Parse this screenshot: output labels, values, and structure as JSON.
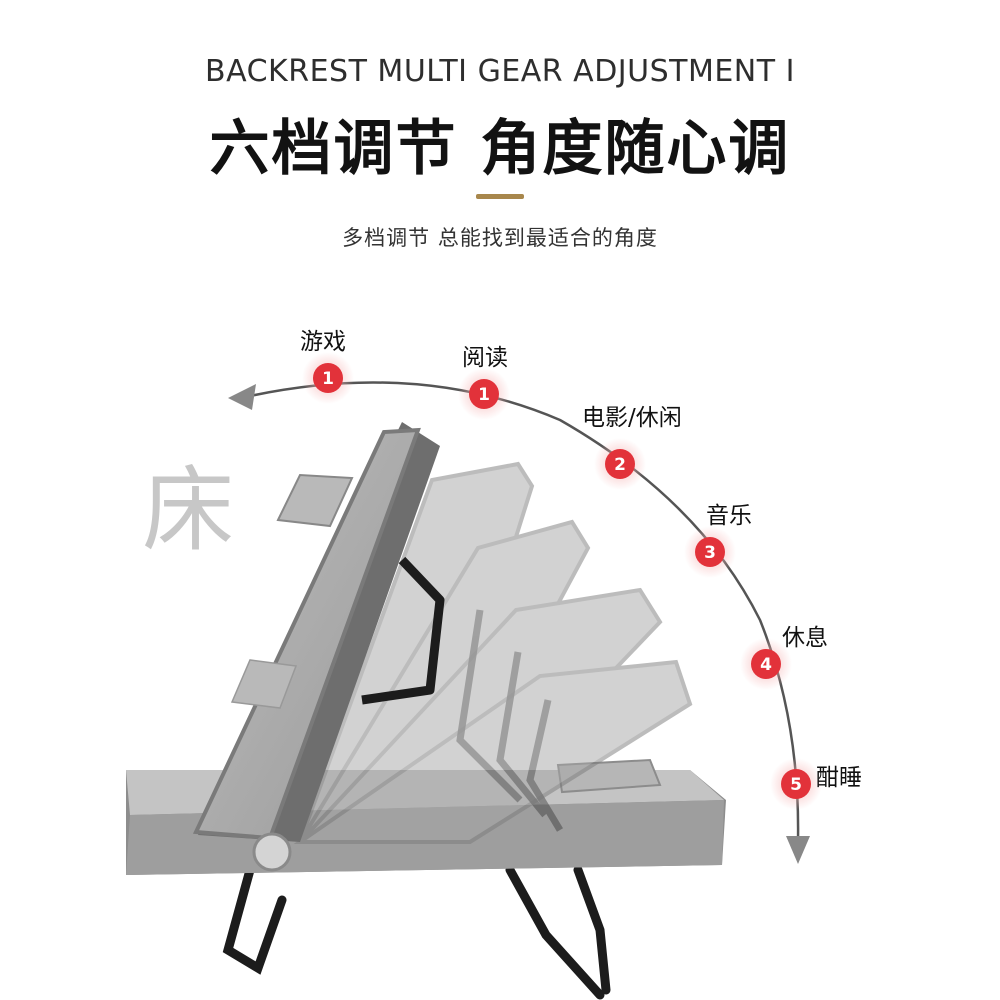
{
  "header": {
    "eyebrow": "BACKREST MULTI GEAR ADJUSTMENT I",
    "headline": "六档调节 角度随心调",
    "subline": "多档调节 总能找到最适合的角度"
  },
  "watermark": {
    "text": "床"
  },
  "colors": {
    "accent_line": "#a8874c",
    "badge_red": "#e2323a",
    "arc": "#555555",
    "fabric": "#a4a4a4"
  },
  "gears": [
    {
      "number": "1",
      "label": "游戏"
    },
    {
      "number": "1",
      "label": "阅读"
    },
    {
      "number": "2",
      "label": "电影/休闲"
    },
    {
      "number": "3",
      "label": "音乐"
    },
    {
      "number": "4",
      "label": "休息"
    },
    {
      "number": "5",
      "label": "酣睡"
    }
  ]
}
